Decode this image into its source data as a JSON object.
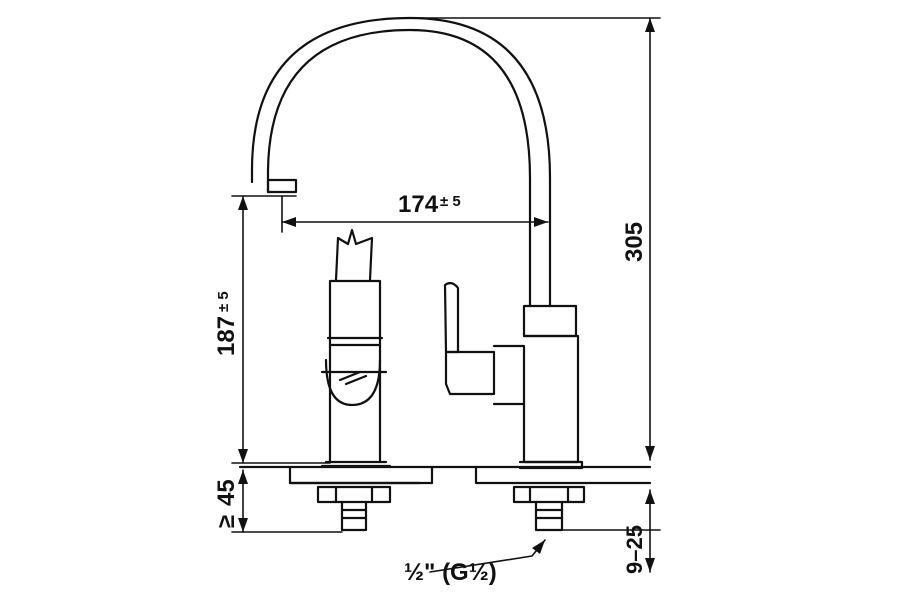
{
  "dimensions": {
    "reach": {
      "value": "174",
      "tolerance": "± 5"
    },
    "spout_height": {
      "value": "187",
      "tolerance": "± 5"
    },
    "total_height": {
      "value": "305"
    },
    "counter_thickness": {
      "symbol": "≥",
      "value": "45"
    },
    "thread_length": {
      "value": "9–25"
    }
  },
  "connection": {
    "label": "½\" (G½)"
  },
  "colors": {
    "line": "#111111",
    "background": "#ffffff"
  }
}
